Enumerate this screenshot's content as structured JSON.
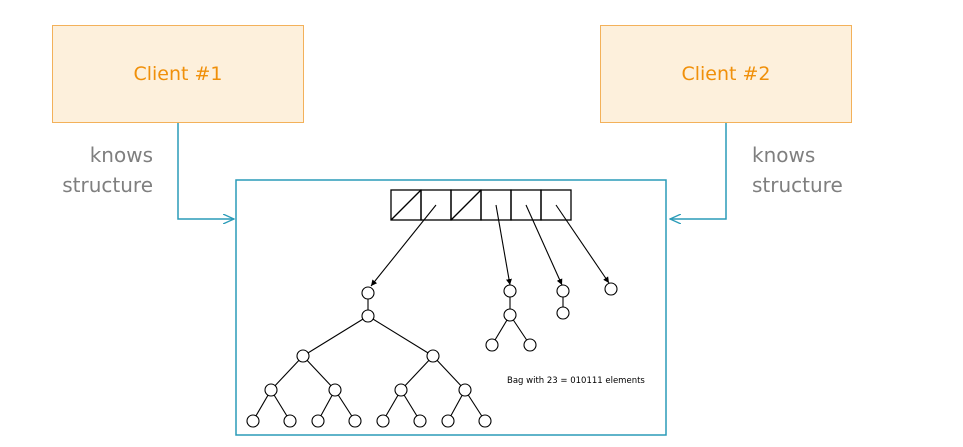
{
  "client1": {
    "label": "Client #1",
    "knows_text": "knows\nstructure"
  },
  "client2": {
    "label": "Client #2",
    "knows_text": "knows\nstructure"
  },
  "bag": {
    "caption": "Bag with 23 = 010111 elements",
    "cells": 6
  },
  "colors": {
    "client_fill": "#fdf0dc",
    "client_border": "#f3b15a",
    "client_text": "#f0900a",
    "connector": "#2a9bb8",
    "note_text": "#7f7f7f"
  }
}
